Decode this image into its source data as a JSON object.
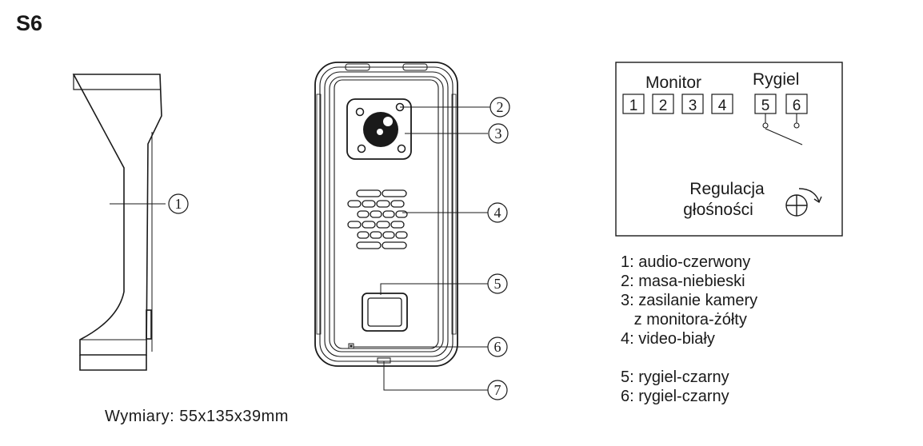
{
  "title": "S6",
  "dimensions": "Wymiary: 55x135x39mm",
  "callouts": [
    "1",
    "2",
    "3",
    "4",
    "5",
    "6",
    "7"
  ],
  "wiring": {
    "monitor_label": "Monitor",
    "rygiel_label": "Rygiel",
    "monitor_terminals": [
      "1",
      "2",
      "3",
      "4"
    ],
    "rygiel_terminals": [
      "5",
      "6"
    ],
    "regulation_line1": "Regulacja",
    "regulation_line2": "głośności",
    "knob_icon": "volume-knob-icon"
  },
  "legend": [
    "1: audio-czerwony",
    "2: masa-niebieski",
    "3: zasilanie kamery",
    "   z monitora-żółty",
    "4: video-biały",
    "",
    "5: rygiel-czarny",
    "6: rygiel-czarny"
  ],
  "colors": {
    "line": "#1a1a1a",
    "background": "#ffffff"
  }
}
